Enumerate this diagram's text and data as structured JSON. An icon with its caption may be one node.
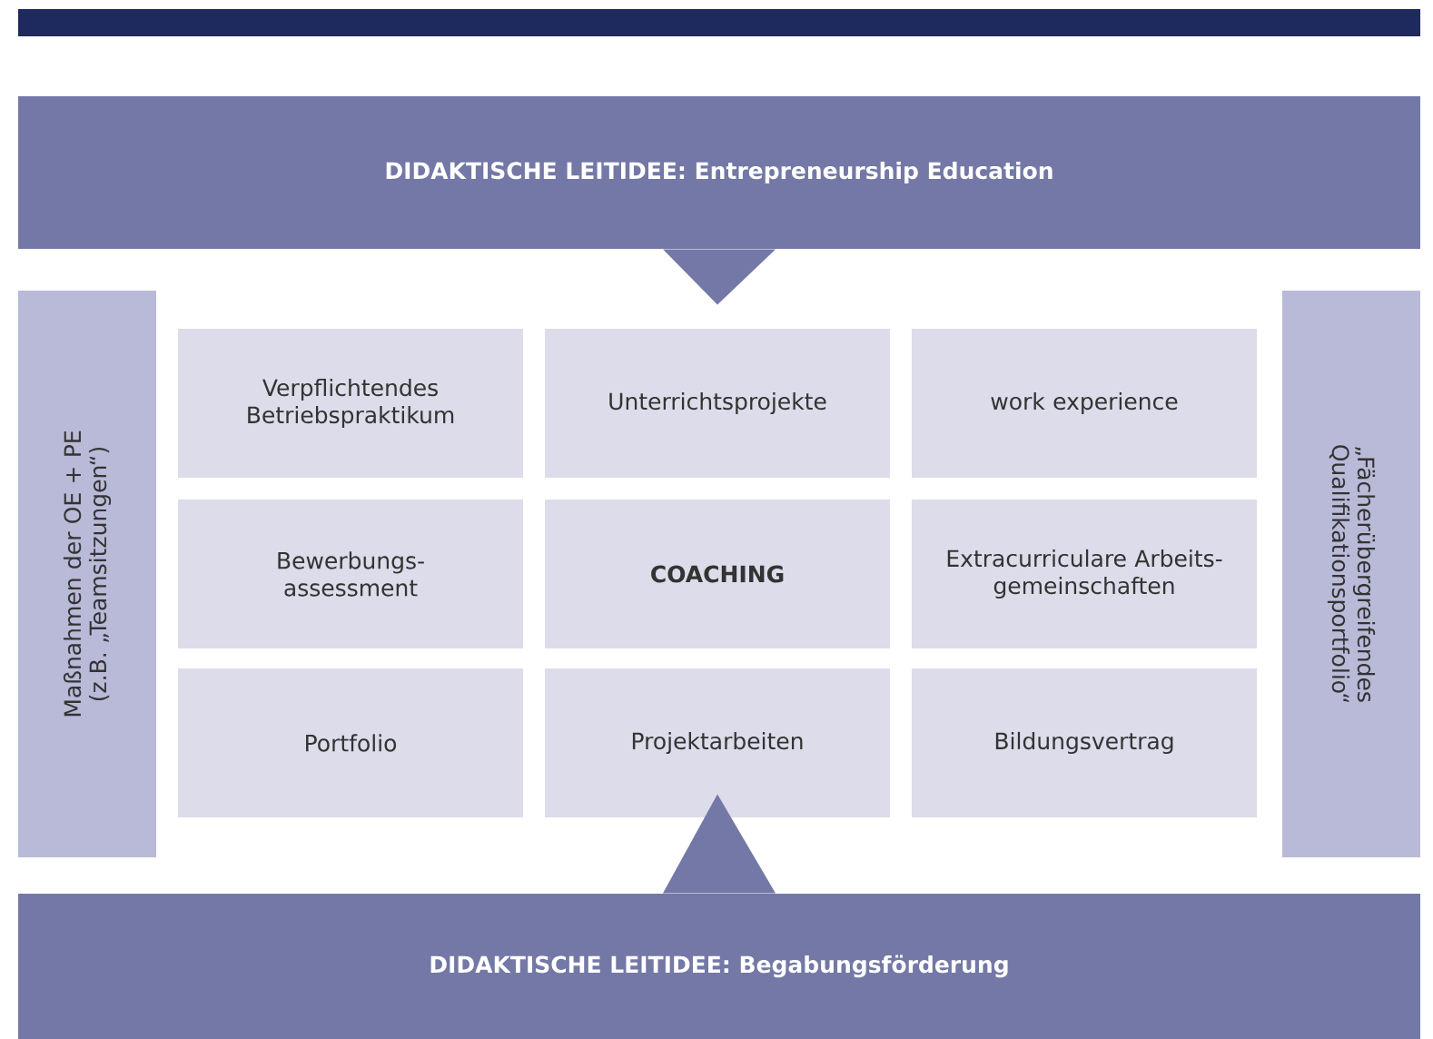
{
  "diagram": {
    "nodes": [
      {
        "text": [
          "DIDAKTISCHE LEITIDEE: Entrepreneurship Education"
        ]
      },
      {
        "text": [
          "Maßnahmen der OE + PE (z.B. „Teamsitzungen“)"
        ]
      },
      {
        "text": [
          "Verpflichtendes Betriebspraktikum"
        ]
      },
      {
        "text": [
          "Unterrichtsprojekte"
        ]
      },
      {
        "text": [
          "work experience"
        ]
      },
      {
        "text": [
          "Bewerbungs- assessment"
        ]
      },
      {
        "text": [
          "COACHING"
        ]
      },
      {
        "text": [
          "Extracurriculare Arbeits- gemeinschaften"
        ]
      },
      {
        "text": [
          "Portfolio"
        ]
      },
      {
        "text": [
          "Projektarbeiten"
        ]
      },
      {
        "text": [
          "Bildungsvertrag"
        ]
      },
      {
        "text": [
          "„Fächerübergreifendes Qualifikationsportfolio“"
        ]
      },
      {
        "text": [
          "DIDAKTISCHE LEITIDEE: Begabungsförderung"
        ]
      }
    ],
    "edges": [
      {
        "from": 0,
        "to": 3,
        "arrow": "to"
      },
      {
        "from": 12,
        "to": 9,
        "arrow": "to"
      }
    ]
  }
}
